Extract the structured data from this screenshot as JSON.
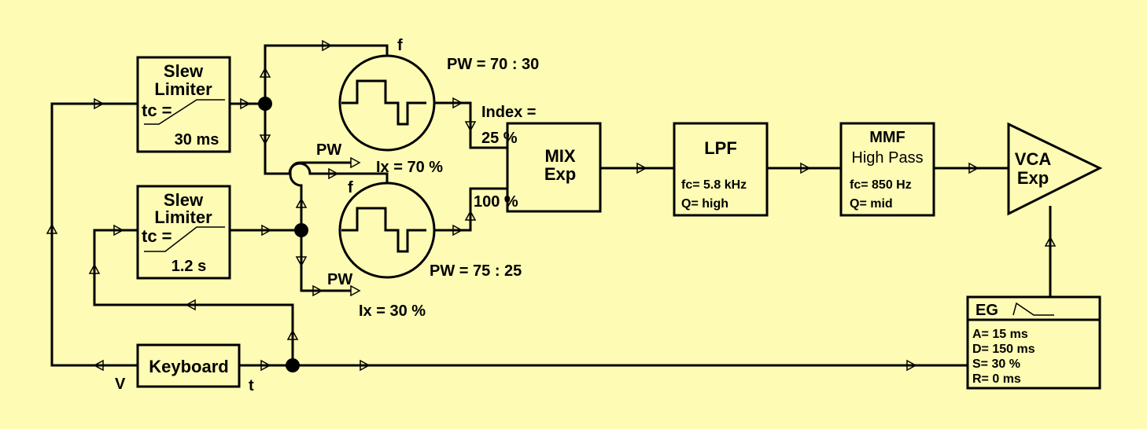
{
  "colors": {
    "background": "#fdfbb4",
    "ink": "#000000"
  },
  "slew1": {
    "title1": "Slew",
    "title2": "Limiter",
    "tc": "tc =",
    "value": "30 ms"
  },
  "slew2": {
    "title1": "Slew",
    "title2": "Limiter",
    "tc": "tc =",
    "value": "1.2 s"
  },
  "osc1": {
    "f": "f",
    "pw_in": "PW",
    "pw_ratio": "PW = 70 : 30",
    "ix": "Ix = 70 %"
  },
  "osc2": {
    "f": "f",
    "pw_in": "PW",
    "pw_ratio": "PW = 75 : 25",
    "ix": "Ix = 30 %"
  },
  "mix": {
    "index": "Index =",
    "in1": "25 %",
    "in2": "100 %",
    "line1": "MIX",
    "line2": "Exp"
  },
  "lpf": {
    "title": "LPF",
    "fc": "fc= 5.8 kHz",
    "q": "Q= high"
  },
  "mmf": {
    "title": "MMF",
    "mode": "High Pass",
    "fc": "fc= 850 Hz",
    "q": "Q= mid"
  },
  "vca": {
    "line1": "VCA",
    "line2": "Exp"
  },
  "eg": {
    "title": "EG",
    "a": "A= 15 ms",
    "d": "D= 150 ms",
    "s": "S= 30 %",
    "r": "R= 0 ms"
  },
  "keyboard": {
    "label": "Keyboard",
    "v": "V",
    "t": "t"
  }
}
